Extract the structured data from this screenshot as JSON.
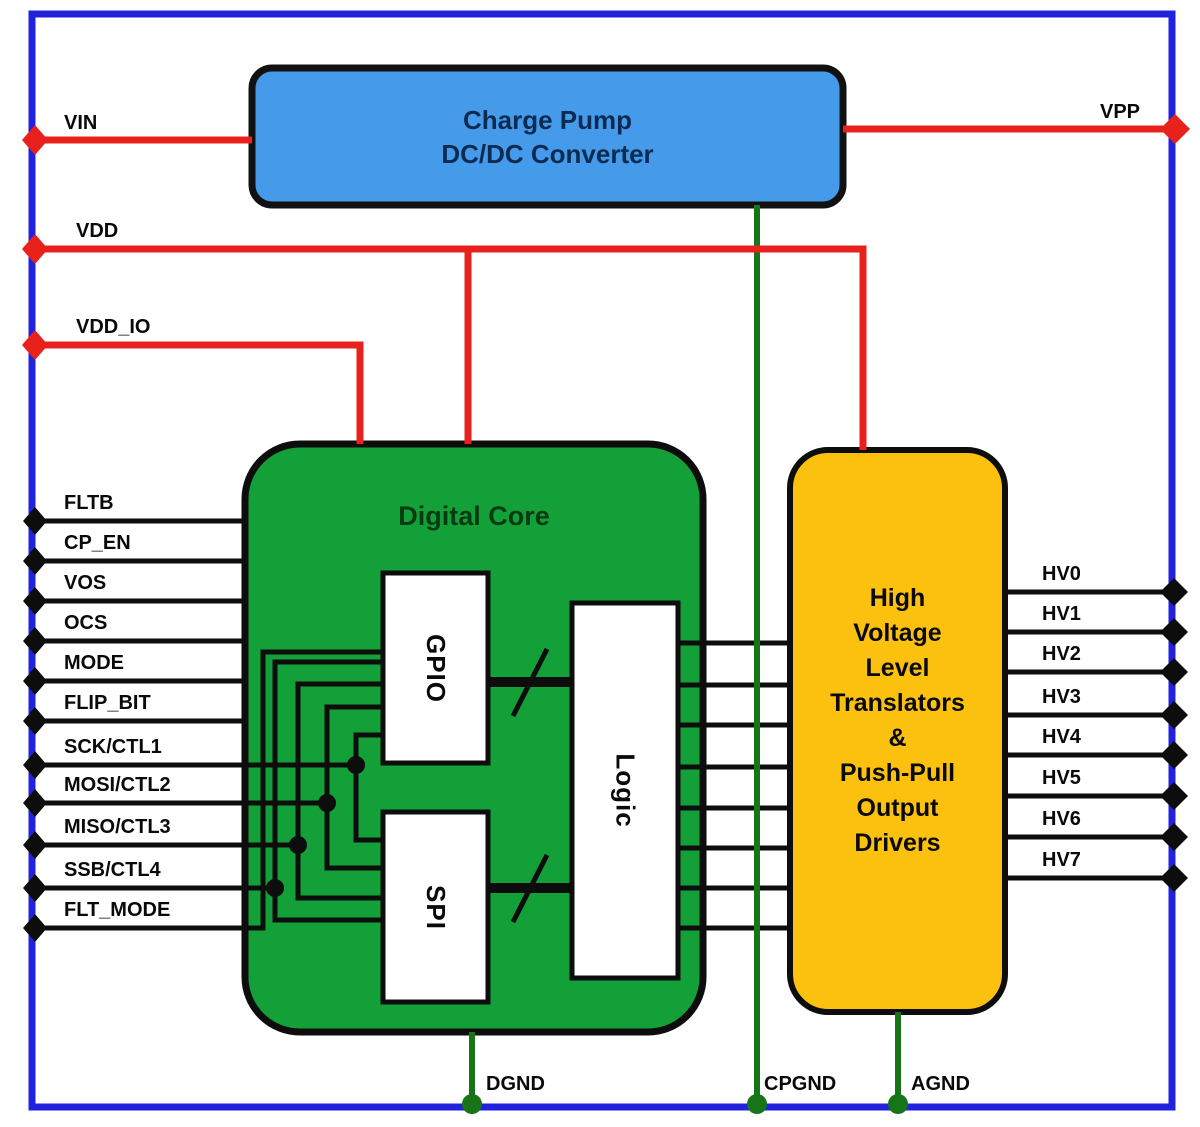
{
  "blocks": {
    "charge_pump": {
      "line1": "Charge Pump",
      "line2": "DC/DC Converter"
    },
    "digital_core": {
      "title": "Digital Core"
    },
    "gpio": {
      "label": "GPIO"
    },
    "spi": {
      "label": "SPI"
    },
    "logic": {
      "label": "Logic"
    },
    "hv_drivers": {
      "lines": [
        "High",
        "Voltage",
        "Level",
        "Translators",
        "&",
        "Push-Pull",
        "Output",
        "Drivers"
      ]
    }
  },
  "pins": {
    "vin": "VIN",
    "vdd": "VDD",
    "vdd_io": "VDD_IO",
    "vpp": "VPP",
    "left_signals": [
      "FLTB",
      "CP_EN",
      "VOS",
      "OCS",
      "MODE",
      "FLIP_BIT",
      "SCK/CTL1",
      "MOSI/CTL2",
      "MISO/CTL3",
      "SSB/CTL4",
      "FLT_MODE"
    ],
    "hv_outputs": [
      "HV0",
      "HV1",
      "HV2",
      "HV3",
      "HV4",
      "HV5",
      "HV6",
      "HV7"
    ],
    "grounds": [
      "DGND",
      "CPGND",
      "AGND"
    ]
  },
  "colors": {
    "border_blue": "#2222dd",
    "power_red": "#e8211c",
    "ground_green": "#177517",
    "core_green": "#14a038",
    "pump_blue": "#459ae9",
    "hv_yellow": "#fcc10e",
    "wire_black": "#0d0d0d"
  }
}
